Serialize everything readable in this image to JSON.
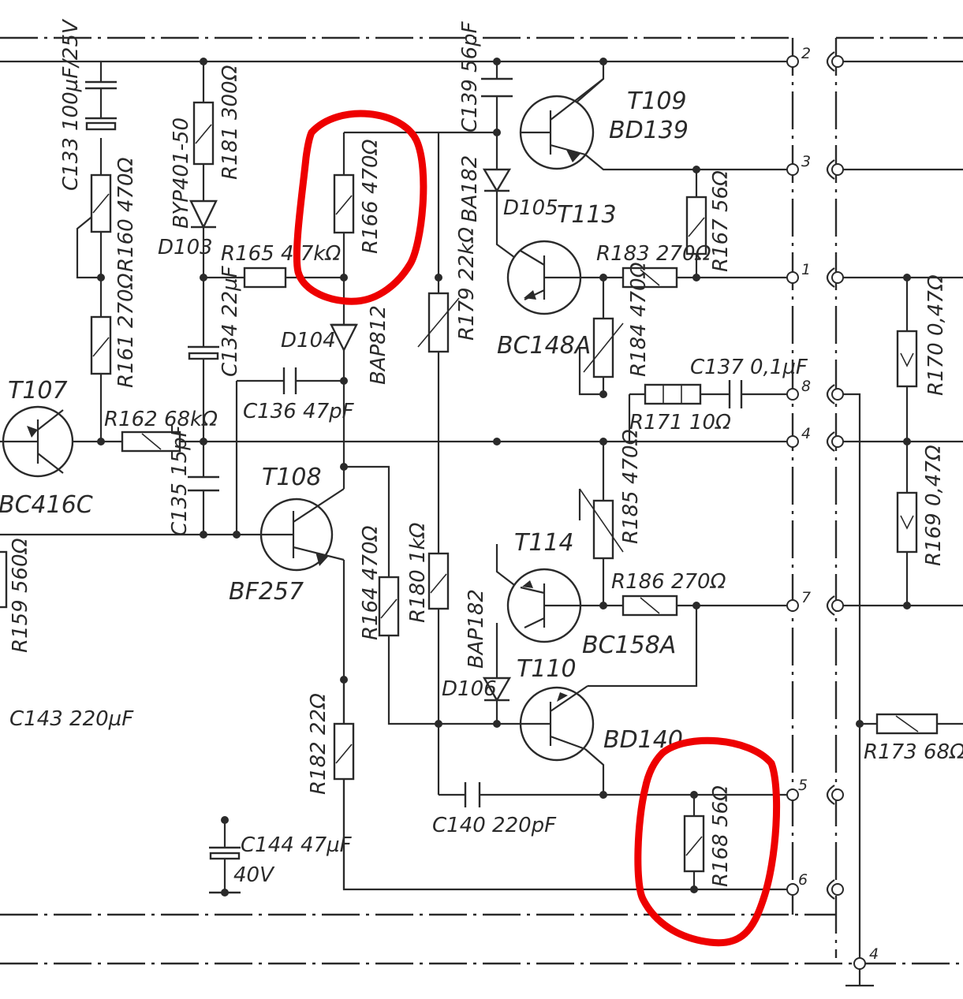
{
  "components": {
    "T107": {
      "ref": "T107",
      "type": "BC416C"
    },
    "T108": {
      "ref": "T108",
      "type": "BF257"
    },
    "T109": {
      "ref": "T109",
      "type": "BD139"
    },
    "T110": {
      "ref": "T110",
      "type": "BD140"
    },
    "T113": {
      "ref": "T113",
      "type": "BC148A"
    },
    "T114": {
      "ref": "T114",
      "type": "BC158A"
    },
    "C133": "C133 100µF/25V",
    "C134": "C134 22µF",
    "C135": "C135 15pF",
    "C136": "C136 47pF",
    "C137": "C137 0,1µF",
    "C139": "C139 56pF",
    "C140": "C140 220pF",
    "C143": "C143 220µF",
    "C144": "C144 47µF",
    "C144_v": "40V",
    "R159": "R159 560Ω",
    "R160": "R160 470Ω",
    "R161": "R161 270Ω",
    "R162": "R162 68kΩ",
    "R164": "R164 470Ω",
    "R165": "R165 4,7kΩ",
    "R166": "R166 470Ω",
    "R167": "R167 56Ω",
    "R168": "R168 56Ω",
    "R169": "R169 0,47Ω",
    "R170": "R170 0,47Ω",
    "R171": "R171 10Ω",
    "R173": "R173 68Ω",
    "R179": "R179 22kΩ",
    "R180": "R180 1kΩ",
    "R181": "R181 300Ω",
    "R182": "R182 22Ω",
    "R183": "R183 270Ω",
    "R184": "R184 470Ω",
    "R185": "R185 470Ω",
    "R186": "R186 270Ω",
    "D103": "D103",
    "D103_type": "BYP401-50",
    "D104": "D104",
    "D104_type": "BAP812",
    "D105": "D105",
    "D105_type": "BA182",
    "D106": "D106",
    "D106_type": "BAP182"
  },
  "pins": [
    "2",
    "3",
    "1",
    "8",
    "4",
    "7",
    "5",
    "6",
    "4"
  ],
  "highlights": [
    "R166",
    "R168"
  ],
  "colors": {
    "ink": "#2a2a2a",
    "highlight": "#ee0000",
    "paper": "#ffffff"
  }
}
